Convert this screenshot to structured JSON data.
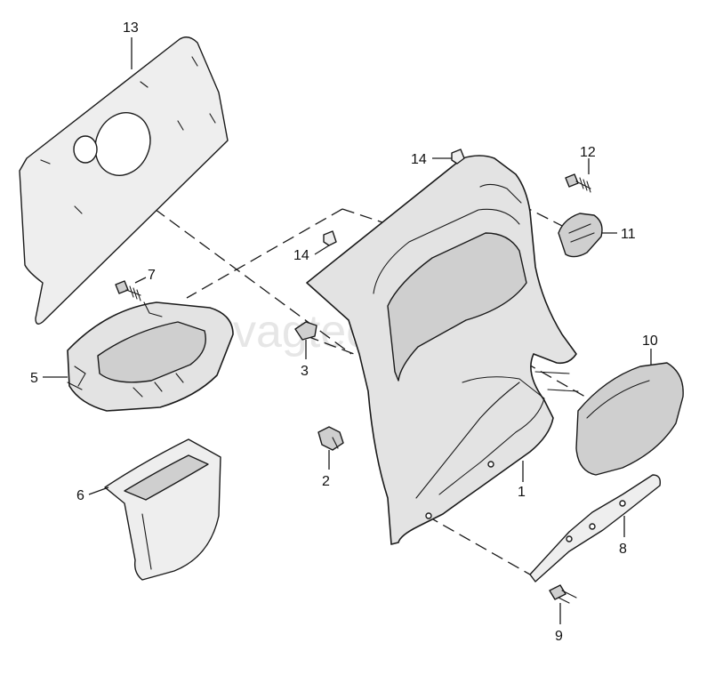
{
  "watermark": "vagtec.ru",
  "callouts": {
    "c1": "1",
    "c2": "2",
    "c3": "3",
    "c5": "5",
    "c6": "6",
    "c7": "7",
    "c8": "8",
    "c9": "9",
    "c10": "10",
    "c11": "11",
    "c12": "12",
    "c13": "13",
    "c14a": "14",
    "c14b": "14"
  }
}
